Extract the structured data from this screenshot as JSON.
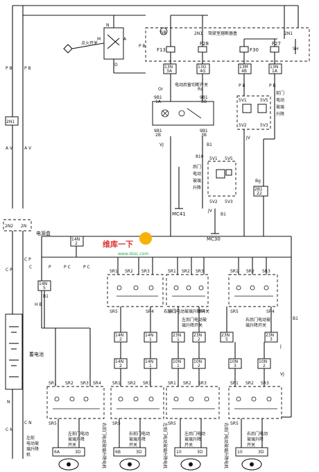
{
  "header": {
    "ignition": "点火开关",
    "fusebox": "驾驶室熔断器盒",
    "fuse_box_main": "电源盒",
    "battery": "蓄电池",
    "rear_isolation_switch": "电动后窗切断开关",
    "front_door_unit": "前门电动玻璃升降",
    "rear_door_unit": "后门电动玻璃升降",
    "watermark_cn": "维库一下",
    "watermark_url": "www.dzsc.com"
  },
  "connectors_top": [
    "S8",
    "2N1",
    "13N",
    "2N1",
    "SH"
  ],
  "fuses": [
    "F13",
    "F28",
    "F30",
    "F27"
  ],
  "fuse_connectors": [
    "13N 3A",
    "13G 4G",
    "13M 4B",
    "13N 1A"
  ],
  "grounds": [
    "MC41",
    "MC30"
  ],
  "wire_colors_left": [
    "P B",
    "2N1",
    "A V",
    "A V",
    "2N2",
    "2N",
    "J",
    "C P",
    "C N",
    "N"
  ],
  "middle_labels": [
    "9B1 1A",
    "9B1 5B",
    "9B1 2B",
    "9B1 3B",
    "810",
    "5V3 2B",
    "5V3",
    "5V1",
    "5V1 1B",
    "5V3 1B",
    "5V3 2B",
    "JV",
    "B1",
    "B1",
    "Bg",
    "2B1 22"
  ],
  "switch_labels": [
    "右前门电动玻璃升降开关",
    "左后门电动玻璃升降开关",
    "右后门电动玻璃升降开关"
  ],
  "switch_pins_row1": [
    "SR1",
    "SR2",
    "SR3",
    "SR4",
    "SR5"
  ],
  "switch_pins_row2": [
    "SR1",
    "SR2",
    "SR3",
    "SR4",
    "SR5"
  ],
  "motor_labels": [
    "左前电动玻璃升降机",
    "右前门电动玻璃升降电机",
    "左后门电动玻璃升降电机",
    "右后门电动玻璃升降电机"
  ],
  "motor_connectors": [
    "6A 3D",
    "6B 3D",
    "10 3D",
    "10 3D"
  ],
  "lower_switch_labels": [
    "左前门电动玻璃升降开关",
    "右前门电动玻璃升降开关",
    "左后门电动玻璃升降开关",
    "右后门电动玻璃升降开关"
  ],
  "connector_tags": [
    "14N 2",
    "14N 1",
    "14N 2",
    "23N 1",
    "23N 2",
    "23N 5",
    "23N 3",
    "10N 1",
    "10N 2",
    "10N 3",
    "10N 2"
  ]
}
